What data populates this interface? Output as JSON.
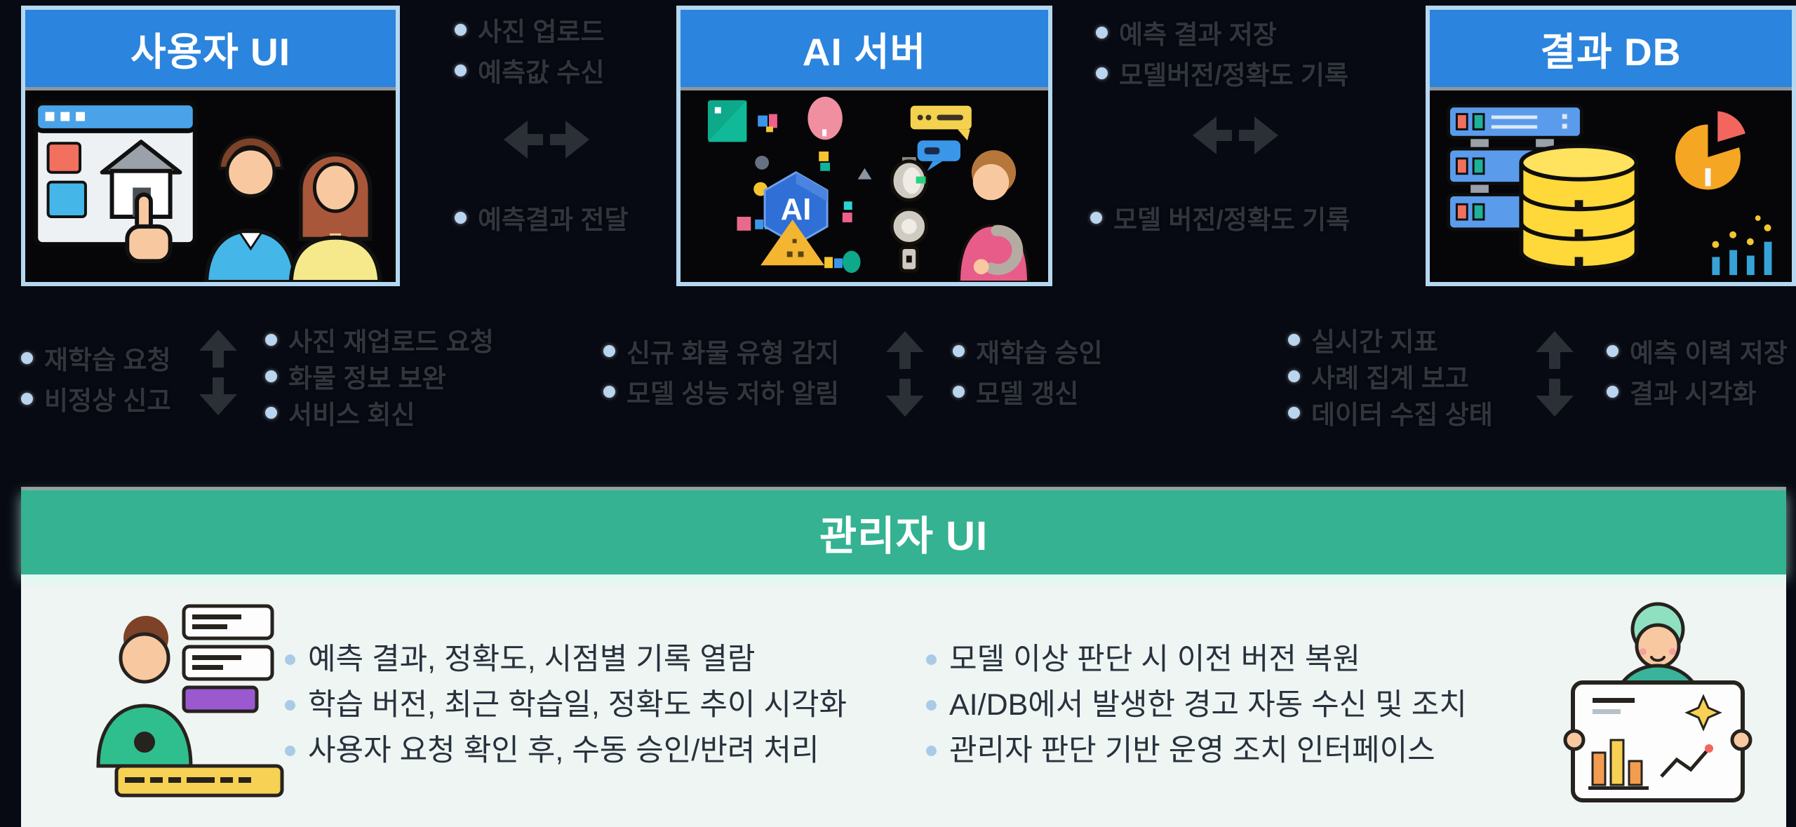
{
  "page": {
    "background": "#070a12"
  },
  "colors": {
    "box_header_blue": "#2b84dd",
    "box_border_light_blue": "#b5d8f1",
    "box_body_black": "#060608",
    "admin_header_teal": "#34b292",
    "admin_body": "#eff5f3",
    "flow_text": "#31363e",
    "admin_text": "#28323d",
    "bullet_dot": "#b9d5ef",
    "arrow": "#2b2f36"
  },
  "boxes": [
    {
      "title": "사용자 UI"
    },
    {
      "title": "AI 서버"
    },
    {
      "title": "결과 DB"
    }
  ],
  "illustrations": {
    "user_ui": "browser-window-house-hand-cursor-two-users",
    "ai_server": "ai-hexagon-robot-chat-person-shapes",
    "result_db": "server-rack-database-cylinder-pie-chart-bar-chart",
    "admin_left": "admin-person-with-ui-panels-keyboard",
    "admin_right": "analyst-person-holding-chart-board",
    "ai_hex_label": "AI"
  },
  "icons": {
    "horizontal_arrow": "left-right-arrow",
    "vertical_arrow": "up-down-arrow",
    "bullet": "blue-dot"
  },
  "top_flows": [
    {
      "upper_items": [
        "사진 업로드",
        "예측값 수신"
      ],
      "lower_items": [
        "예측결과 전달"
      ]
    },
    {
      "upper_items": [
        "예측 결과 저장",
        "모델버전/정확도 기록"
      ],
      "lower_items": [
        "모델 버전/정확도 기록"
      ]
    }
  ],
  "mid_flows": [
    {
      "items": [
        "재학습 요청",
        "비정상 신고"
      ]
    },
    {
      "items": [
        "사진 재업로드 요청",
        "화물 정보 보완",
        "서비스 회신"
      ]
    },
    {
      "items": [
        "신규 화물 유형 감지",
        "모델 성능 저하 알림"
      ]
    },
    {
      "items": [
        "재학습 승인",
        "모델 갱신"
      ]
    },
    {
      "items": [
        "실시간 지표",
        "사례 집계 보고",
        "데이터 수집 상태"
      ]
    },
    {
      "items": [
        "예측 이력 저장",
        "결과 시각화"
      ]
    }
  ],
  "admin": {
    "title": "관리자 UI",
    "left_items": [
      "예측 결과, 정확도, 시점별 기록 열람",
      "학습 버전, 최근 학습일, 정확도 추이 시각화",
      "사용자 요청 확인 후, 수동 승인/반려 처리"
    ],
    "right_items": [
      "모델 이상 판단 시 이전 버전 복원",
      "AI/DB에서 발생한 경고 자동 수신 및 조치",
      "관리자 판단 기반 운영 조치 인터페이스"
    ]
  }
}
